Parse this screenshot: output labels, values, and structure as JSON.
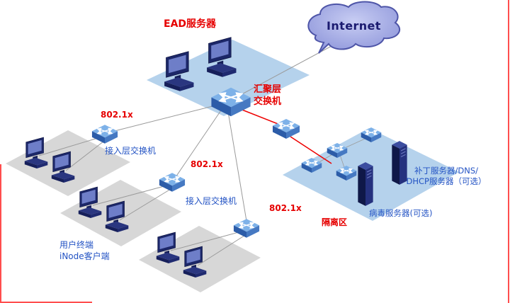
{
  "diagram": {
    "internet": {
      "label": "Internet"
    },
    "labels": {
      "ead_server": "EAD服务器",
      "agg_switch_line1": "汇聚层",
      "agg_switch_line2": "交换机",
      "dot1x": [
        "802.1x",
        "802.1x",
        "802.1x"
      ],
      "access_switch": [
        "接入层交换机",
        "接入层交换机"
      ],
      "patch_server_line1": "补丁服务器/DNS/",
      "patch_server_line2": "DHCP服务器（可选）",
      "virus_server": "病毒服务器(可选)",
      "isolation_zone": "隔离区",
      "user_terminal_line1": "用户终端",
      "user_terminal_line2": "iNode客户端"
    },
    "icons": {
      "cloud": "internet-cloud",
      "switch": "isometric-switch-with-crossed-arrows",
      "desktop": "desktop-computer",
      "server": "tower-server"
    },
    "colors": {
      "label_red": "#e60000",
      "label_blue": "#2353c4",
      "platform_blue": "#b5d2ec",
      "platform_gray": "#d7d7d7",
      "cloud_fill": "#8b93d9",
      "cloud_stroke": "#4e55a8",
      "device_navy": "#1c2768",
      "switch_blue": "#4679c2",
      "link_gray": "#9a9a9a",
      "link_red": "#ee0000",
      "page_border_red": "#ff4d4d"
    }
  }
}
